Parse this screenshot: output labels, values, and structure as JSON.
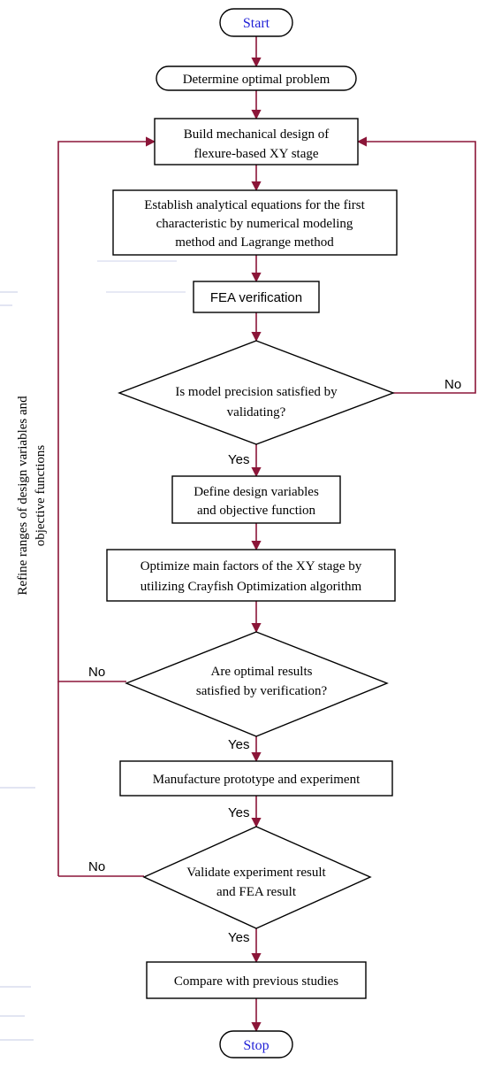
{
  "colors": {
    "line": "#8b1538",
    "stroke": "#000000",
    "terminal_text": "#1f1fd6",
    "background": "#ffffff"
  },
  "nodes": {
    "start": "Start",
    "determine": "Determine optimal problem",
    "build": [
      "Build mechanical design of",
      "flexure-based XY stage"
    ],
    "establish": [
      "Establish analytical equations for the first",
      "characteristic by numerical modeling",
      "method and Lagrange method"
    ],
    "fea": "FEA verification",
    "decision_model": [
      "Is model precision satisfied by",
      "validating?"
    ],
    "define": [
      "Define design variables",
      "and objective function"
    ],
    "optimize": [
      "Optimize main factors of the XY stage by",
      "utilizing Crayfish Optimization algorithm"
    ],
    "decision_optimal": [
      "Are optimal results",
      "satisfied by verification?"
    ],
    "manufacture": "Manufacture prototype and experiment",
    "decision_validate": [
      "Validate experiment result",
      "and FEA result"
    ],
    "compare": "Compare with previous studies",
    "stop": "Stop"
  },
  "edge_labels": {
    "no_right": "No",
    "yes_1": "Yes",
    "no_left_1": "No",
    "yes_2": "Yes",
    "yes_3": "Yes",
    "no_left_2": "No",
    "yes_4": "Yes"
  },
  "side_label": [
    "Refine ranges of design variables and",
    "objective functions"
  ]
}
